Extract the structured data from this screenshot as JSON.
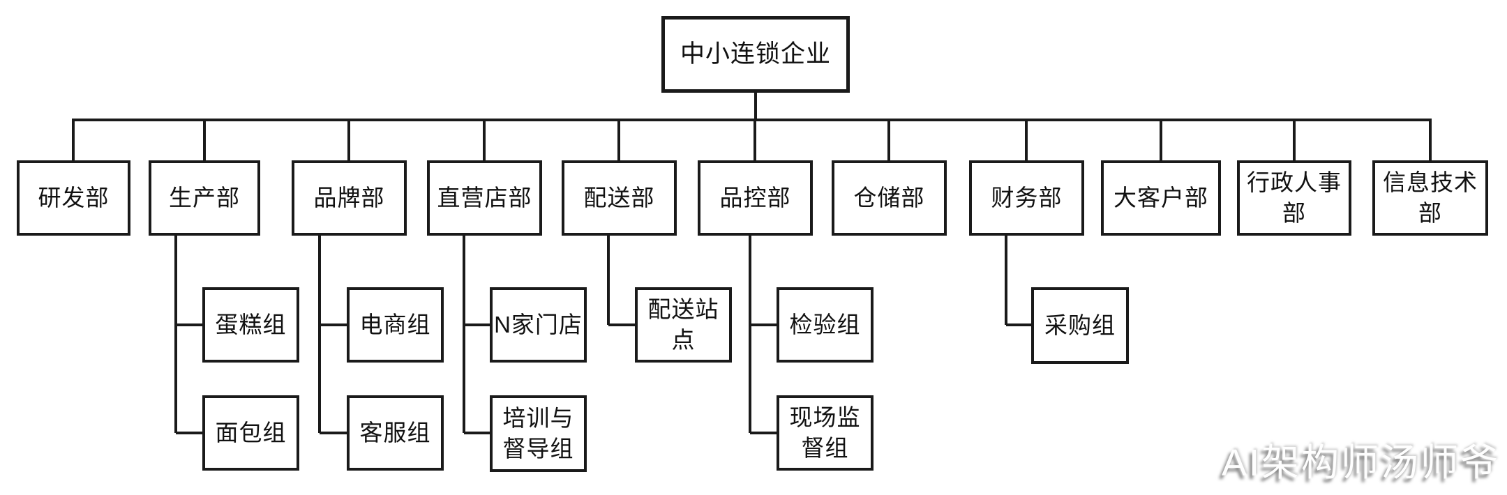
{
  "diagram_type": "org-chart",
  "root": {
    "label": "中小连锁企业"
  },
  "departments": [
    {
      "label": "研发部",
      "children": []
    },
    {
      "label": "生产部",
      "children": [
        "蛋糕组",
        "面包组"
      ]
    },
    {
      "label": "品牌部",
      "children": [
        "电商组",
        "客服组"
      ]
    },
    {
      "label": "直营店部",
      "children": [
        "N家门店",
        "培训与\n督导组"
      ]
    },
    {
      "label": "配送部",
      "children": [
        "配送站\n点"
      ]
    },
    {
      "label": "品控部",
      "children": [
        "检验组",
        "现场监\n督组"
      ]
    },
    {
      "label": "仓储部",
      "children": []
    },
    {
      "label": "财务部",
      "children": [
        "采购组"
      ]
    },
    {
      "label": "大客户部",
      "children": []
    },
    {
      "label": "行政人事\n部",
      "children": []
    },
    {
      "label": "信息技术\n部",
      "children": []
    }
  ],
  "watermark": {
    "text": "AI架构师汤师爷"
  },
  "colors": {
    "line": "#1a1a1a",
    "background": "#ffffff",
    "text": "#111111",
    "watermark_shadow": "#7d7d7d"
  }
}
